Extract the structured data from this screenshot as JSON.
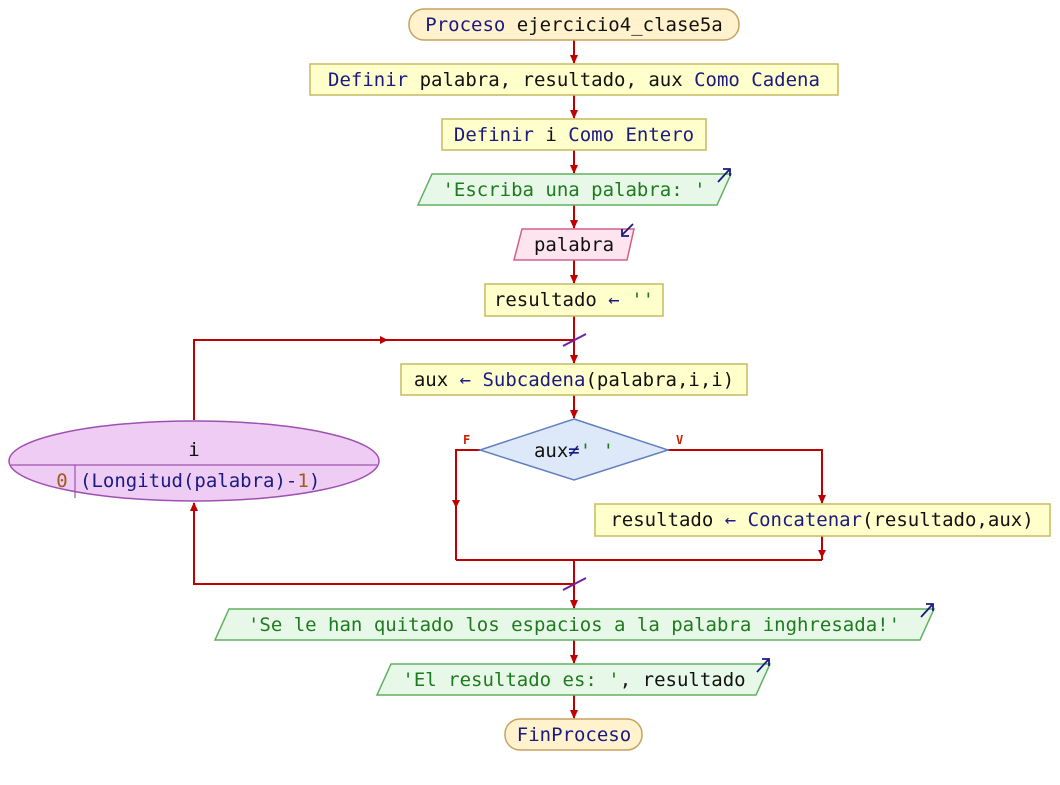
{
  "nodes": {
    "start": {
      "kw1": "Proceso",
      "id1": " ejercicio4_clase5a"
    },
    "def1": {
      "kw1": "Definir",
      "id1": " palabra, resultado, aux ",
      "kw2": "Como Cadena"
    },
    "def2": {
      "kw1": "Definir",
      "id1": " i ",
      "kw2": "Como Entero"
    },
    "out1": {
      "str": "'Escriba una palabra: '"
    },
    "in1": {
      "id": "palabra"
    },
    "assign1": {
      "id": "resultado ",
      "op": "←",
      "str": " ''"
    },
    "assign2": {
      "id1": "aux ",
      "op": "←",
      "kw": " Subcadena",
      "id2": "(palabra,i,i)"
    },
    "cond": {
      "id": "aux",
      "op": "≠",
      "str": "' '"
    },
    "assign3": {
      "id1": "resultado ",
      "op": "←",
      "kw": " Concatenar",
      "id2": "(resultado,aux)"
    },
    "loop": {
      "var": "i",
      "start": "0",
      "kw": "(Longitud(palabra)",
      "op": "-",
      "num": "1",
      "close": ")"
    },
    "out2": {
      "str": "'Se le han quitado los espacios a la palabra inghresada!'"
    },
    "out3": {
      "str": "'El resultado es: '",
      "id": ", resultado"
    },
    "end": {
      "kw": "FinProceso"
    }
  },
  "labels": {
    "false": "F",
    "true": "V"
  },
  "colors": {
    "edge": "#c00000",
    "process_fill": "#ffffcc",
    "process_stroke": "#c8b860",
    "terminal_fill": "#fff2cc",
    "terminal_stroke": "#c8a060",
    "output_fill": "#e8f8e8",
    "output_stroke": "#60b060",
    "input_fill": "#fde4ee",
    "input_stroke": "#d06088",
    "decision_fill": "#dde8f8",
    "decision_stroke": "#6080c0",
    "loop_fill": "#eeccf4",
    "loop_stroke": "#a050b0"
  }
}
